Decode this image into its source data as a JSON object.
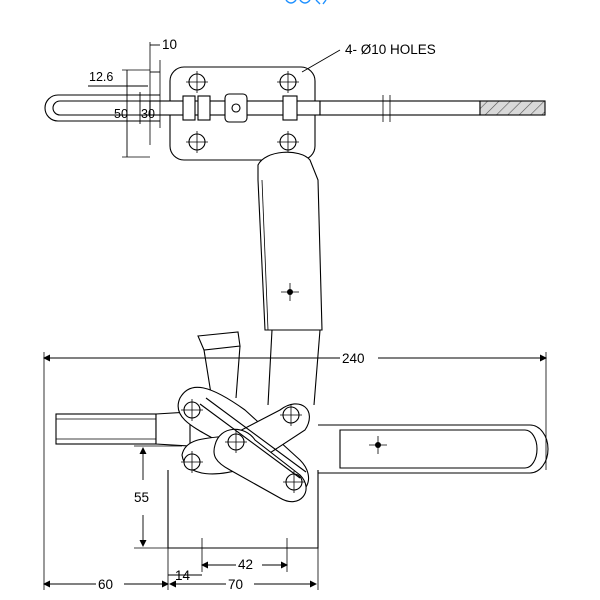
{
  "top_view": {
    "holes_note": "4- Ø10 HOLES",
    "dim_10": "10",
    "dim_12_6": "12.6",
    "dim_50": "50",
    "dim_30": "30"
  },
  "side_view": {
    "dim_240": "240",
    "dim_55": "55",
    "dim_42": "42",
    "dim_14": "14",
    "dim_60": "60",
    "dim_70": "70"
  },
  "colors": {
    "line": "#000000",
    "cut_title": "#1e90ff"
  }
}
